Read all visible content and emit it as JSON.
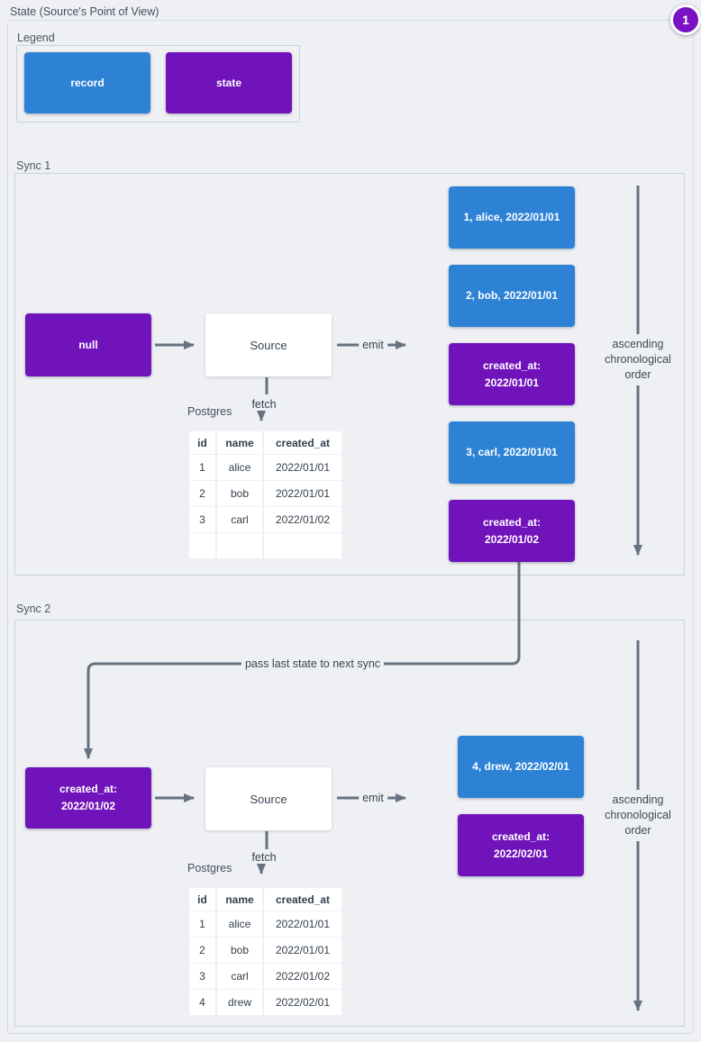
{
  "page": {
    "title": "State (Source's Point of View)",
    "badge": "1"
  },
  "colors": {
    "record": "#2d82d6",
    "state": "#7113bb",
    "line": "#66727f",
    "badge": "#7a12c4"
  },
  "legend": {
    "label": "Legend",
    "items": [
      {
        "label": "record"
      },
      {
        "label": "state"
      }
    ]
  },
  "sync1": {
    "label": "Sync 1",
    "input_state": "null",
    "source": "Source",
    "emit": "emit",
    "fetch": "fetch",
    "database": "Postgres",
    "table": {
      "headers": [
        "id",
        "name",
        "created_at"
      ],
      "rows": [
        [
          "1",
          "alice",
          "2022/01/01"
        ],
        [
          "2",
          "bob",
          "2022/01/01"
        ],
        [
          "3",
          "carl",
          "2022/01/02"
        ],
        [
          "",
          "",
          ""
        ]
      ]
    },
    "emitted": [
      {
        "kind": "record",
        "text": "1, alice, 2022/01/01"
      },
      {
        "kind": "record",
        "text": "2, bob, 2022/01/01"
      },
      {
        "kind": "state",
        "line1": "created_at:",
        "line2": "2022/01/01"
      },
      {
        "kind": "record",
        "text": "3, carl, 2022/01/01"
      },
      {
        "kind": "state",
        "line1": "created_at:",
        "line2": "2022/01/02"
      }
    ],
    "order_note": {
      "line1": "ascending",
      "line2": "chronological",
      "line3": "order"
    }
  },
  "connector": {
    "label": "pass last state to next sync"
  },
  "sync2": {
    "label": "Sync 2",
    "input_state": {
      "line1": "created_at:",
      "line2": "2022/01/02"
    },
    "source": "Source",
    "emit": "emit",
    "fetch": "fetch",
    "database": "Postgres",
    "table": {
      "headers": [
        "id",
        "name",
        "created_at"
      ],
      "rows": [
        [
          "1",
          "alice",
          "2022/01/01"
        ],
        [
          "2",
          "bob",
          "2022/01/01"
        ],
        [
          "3",
          "carl",
          "2022/01/02"
        ],
        [
          "4",
          "drew",
          "2022/02/01"
        ]
      ]
    },
    "emitted": [
      {
        "kind": "record",
        "text": "4, drew, 2022/02/01"
      },
      {
        "kind": "state",
        "line1": "created_at:",
        "line2": "2022/02/01"
      }
    ],
    "order_note": {
      "line1": "ascending",
      "line2": "chronological",
      "line3": "order"
    }
  }
}
